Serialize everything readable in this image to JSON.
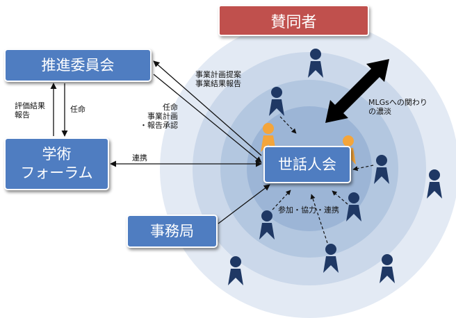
{
  "boxes": {
    "supporters": "賛同者",
    "steering_committee": "推進委員会",
    "academic_forum": "学術\nフォーラム",
    "secretariat": "事務局",
    "coordinators": "世話人会"
  },
  "labels": {
    "plan_proposal": "事業計画提案\n事業結果報告",
    "appoint_plan_approval": "任命\n事業計画\n・報告承認",
    "evaluation_report": "評価結果\n報告",
    "appoint": "任命",
    "cooperation": "連携",
    "participation": "参加・協力・連携",
    "mlg_involvement": "MLGsへの関わり\nの濃淡"
  },
  "colors": {
    "box_blue": "#4f7dc1",
    "box_red": "#c0504d",
    "person_navy": "#1f3864",
    "person_orange": "#f4a53b"
  }
}
